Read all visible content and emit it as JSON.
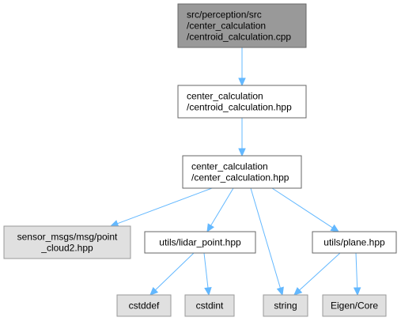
{
  "colors": {
    "main_fill": "#999999",
    "normal_fill": "#ffffff",
    "external_fill": "#e0e0e0",
    "edge": "#63b8ff"
  },
  "nodes": [
    {
      "id": "centroid_cpp",
      "kind": "main",
      "lines": [
        "src/perception/src",
        "/center_calculation",
        "/centroid_calculation.cpp"
      ]
    },
    {
      "id": "centroid_hpp",
      "kind": "normal",
      "lines": [
        "center_calculation",
        "/centroid_calculation.hpp"
      ]
    },
    {
      "id": "center_hpp",
      "kind": "normal",
      "lines": [
        "center_calculation",
        "/center_calculation.hpp"
      ]
    },
    {
      "id": "sensor_msgs",
      "kind": "external",
      "lines": [
        "sensor_msgs/msg/point",
        "_cloud2.hpp"
      ]
    },
    {
      "id": "lidar_point",
      "kind": "normal",
      "lines": [
        "utils/lidar_point.hpp"
      ]
    },
    {
      "id": "plane",
      "kind": "normal",
      "lines": [
        "utils/plane.hpp"
      ]
    },
    {
      "id": "cstddef",
      "kind": "external",
      "lines": [
        "cstddef"
      ]
    },
    {
      "id": "cstdint",
      "kind": "external",
      "lines": [
        "cstdint"
      ]
    },
    {
      "id": "string",
      "kind": "external",
      "lines": [
        "string"
      ]
    },
    {
      "id": "eigen_core",
      "kind": "external",
      "lines": [
        "Eigen/Core"
      ]
    }
  ],
  "edges": [
    {
      "from": "centroid_cpp",
      "to": "centroid_hpp"
    },
    {
      "from": "centroid_hpp",
      "to": "center_hpp"
    },
    {
      "from": "center_hpp",
      "to": "sensor_msgs"
    },
    {
      "from": "center_hpp",
      "to": "lidar_point"
    },
    {
      "from": "center_hpp",
      "to": "string"
    },
    {
      "from": "center_hpp",
      "to": "plane"
    },
    {
      "from": "lidar_point",
      "to": "cstddef"
    },
    {
      "from": "lidar_point",
      "to": "cstdint"
    },
    {
      "from": "plane",
      "to": "string"
    },
    {
      "from": "plane",
      "to": "eigen_core"
    }
  ]
}
